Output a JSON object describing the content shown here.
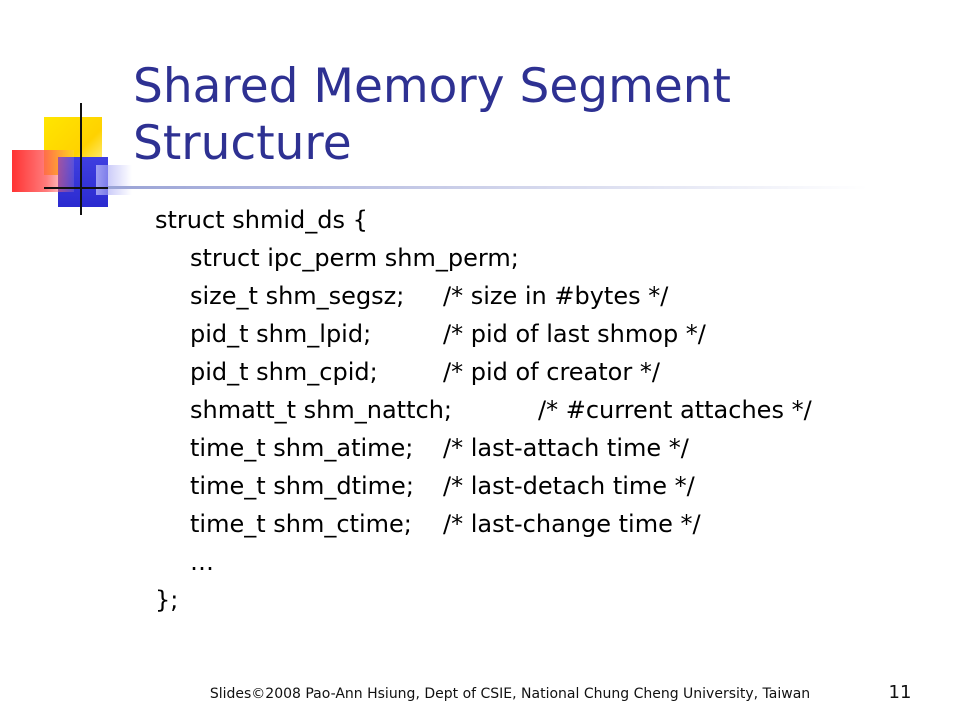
{
  "slide": {
    "title": "Shared Memory Segment Structure",
    "code_lines": [
      {
        "code": "struct shmid_ds {",
        "comment": ""
      },
      {
        "code": "struct ipc_perm shm_perm;",
        "comment": ""
      },
      {
        "code": "size_t shm_segsz;",
        "comment": "/* size in #bytes */"
      },
      {
        "code": "pid_t shm_lpid;",
        "comment": "/* pid of last shmop */"
      },
      {
        "code": "pid_t shm_cpid;",
        "comment": "/* pid of creator */"
      },
      {
        "code": "shmatt_t shm_nattch;",
        "comment": "/* #current attaches */"
      },
      {
        "code": "time_t shm_atime;",
        "comment": "/* last-attach time */"
      },
      {
        "code": "time_t shm_dtime;",
        "comment": "/* last-detach time */"
      },
      {
        "code": "time_t shm_ctime;",
        "comment": "/* last-change time */"
      },
      {
        "code": "…",
        "comment": ""
      },
      {
        "code": "};",
        "comment": ""
      }
    ],
    "footer": "Slides©2008 Pao-Ann Hsiung, Dept of CSIE, National Chung Cheng University, Taiwan",
    "page_number": "11"
  },
  "colors": {
    "title": "#2e3192",
    "accent_yellow": "#ffe600",
    "accent_blue": "#2b2bd0",
    "accent_red": "#ff2828"
  }
}
